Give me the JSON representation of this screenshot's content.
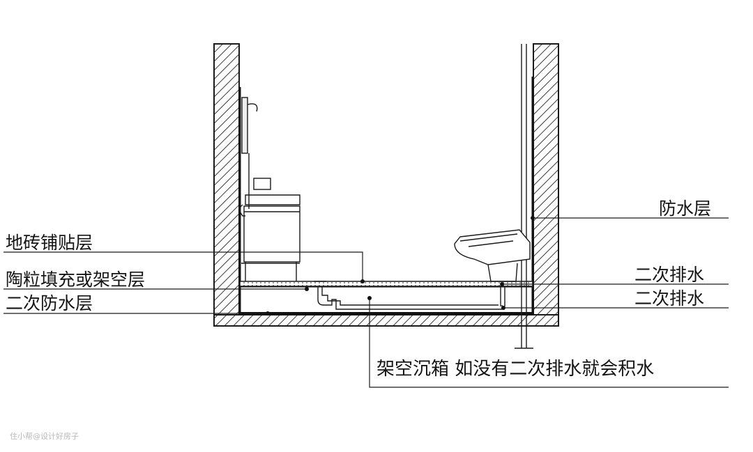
{
  "labels": {
    "tile_layer": "地砖铺贴层",
    "ceramsite_fill": "陶粒填充或架空层",
    "secondary_waterproof": "二次防水层",
    "waterproof_layer": "防水层",
    "secondary_drain_1": "二次排水",
    "secondary_drain_2": "二次排水",
    "sunken_box_note": "架空沉箱  如没有二次排水就会积水"
  },
  "watermark": "住小帮@设计好房子",
  "colors": {
    "line": "#1a1a1a",
    "hatch": "#3a3a3a",
    "background": "#ffffff"
  }
}
